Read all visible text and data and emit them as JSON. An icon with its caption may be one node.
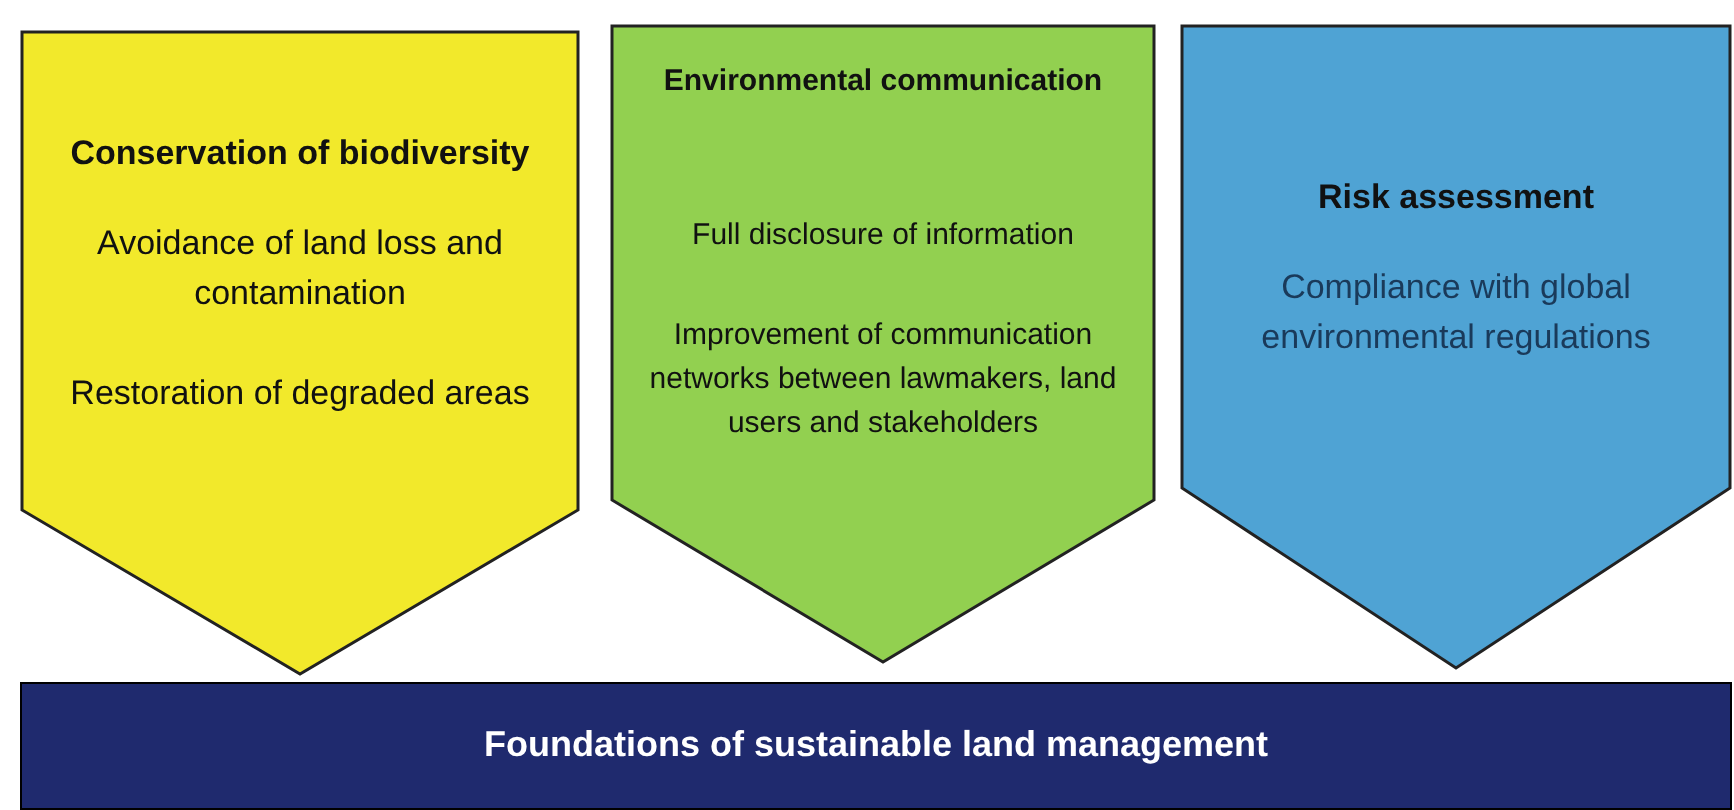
{
  "diagram": {
    "nodes": [
      {
        "text": [
          "Conservation of biodiversity",
          "Avoidance of land loss and contamination",
          "Restoration of degraded areas"
        ]
      },
      {
        "text": [
          "Environmental communication",
          "Full disclosure of information",
          "Improvement of communication networks between lawmakers, land users and stakeholders"
        ]
      },
      {
        "text": [
          "Risk assessment",
          "Compliance with global environmental regulations"
        ]
      },
      {
        "text": [
          "Foundations of sustainable land management"
        ]
      }
    ]
  }
}
